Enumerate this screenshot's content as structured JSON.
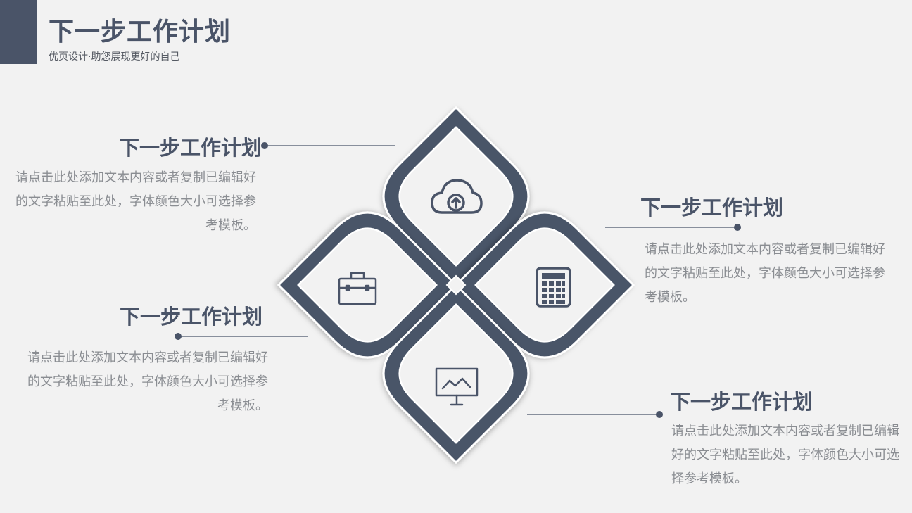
{
  "header": {
    "title": "下一步工作计划",
    "subtitle": "优页设计·助您展现更好的自己"
  },
  "blocks": [
    {
      "title": "下一步工作计划",
      "text": "请点击此处添加文本内容或者复制已编辑好的文字粘贴至此处，字体颜色大小可选择参考模板。"
    },
    {
      "title": "下一步工作计划",
      "text": "请点击此处添加文本内容或者复制已编辑好的文字粘贴至此处，字体颜色大小可选择参考模板。"
    },
    {
      "title": "下一步工作计划",
      "text": "请点击此处添加文本内容或者复制已编辑好的文字粘贴至此处，字体颜色大小可选择参考模板。"
    },
    {
      "title": "下一步工作计划",
      "text": "请点击此处添加文本内容或者复制已编辑好的文字粘贴至此处，字体颜色大小可选择参考模板。"
    }
  ],
  "icons": [
    "cloud-upload-icon",
    "briefcase-icon",
    "calculator-icon",
    "presentation-chart-icon"
  ],
  "colors": {
    "accent": "#4a5468",
    "background": "#f2f2f2",
    "body_text": "#8a8d92"
  }
}
